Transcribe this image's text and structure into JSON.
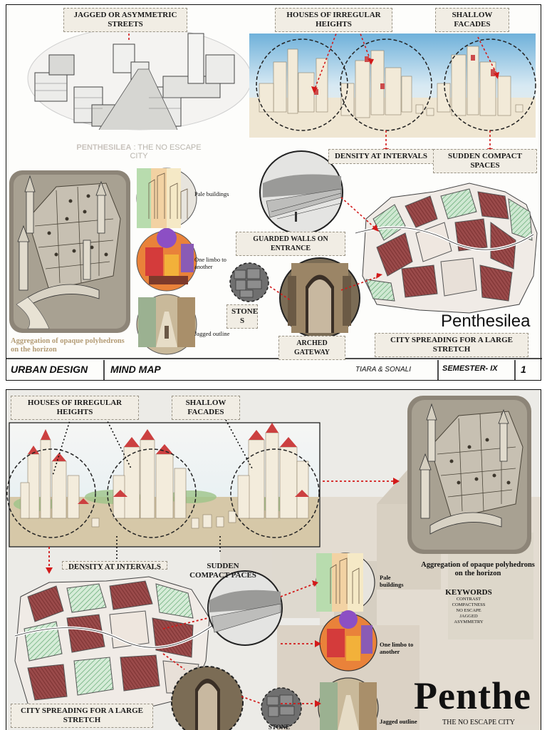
{
  "sheet1": {
    "labels": {
      "jagged_streets": "JAGGED OR ASYMMETRIC STREETS",
      "irregular_heights": "HOUSES OF IRREGULAR HEIGHTS",
      "shallow_facades": "SHALLOW FACADES",
      "density": "DENSITY AT INTERVALS",
      "compact": "SUDDEN COMPACT SPACES",
      "guarded": "GUARDED WALLS ON ENTRANCE",
      "stones": "STONE S",
      "arched": "ARCHED GATEWAY",
      "spreading": "CITY SPREADING FOR A LARGE STRETCH"
    },
    "subtitle_name": "PENTHESILEA",
    "subtitle_rest": " : THE NO ESCAPE CITY",
    "aggregation": "Aggregation of opaque polyhedrons on the horizon",
    "notes": {
      "pale": "Pale buildings",
      "limbo": "One limbo to another",
      "jagged": "Jagged outline"
    },
    "map_title": "Penthesilea",
    "footer": {
      "course": "URBAN DESIGN",
      "topic": "MIND MAP",
      "authors": "TIARA & SONALI",
      "semester": "SEMESTER- IX",
      "page": "1"
    }
  },
  "sheet2": {
    "labels": {
      "irregular_heights": "HOUSES OF IRREGULAR HEIGHTS",
      "shallow_facades": "SHALLOW FACADES",
      "density": "DENSITY AT INTERVALS",
      "compact": "SUDDEN COMPACT PACES",
      "spreading": "CITY SPREADING FOR A LARGE STRETCH",
      "stones": "STONE"
    },
    "aggregation": "Aggregation of opaque polyhedrons on the horizon",
    "notes": {
      "pale": "Pale buildings",
      "limbo": "One limbo to another",
      "jagged": "Jagged outline"
    },
    "keywords": {
      "title": "KEYWORDS",
      "items": [
        "CONTRAST",
        "COMPACTNESS",
        "NO ESCAPE",
        "JAGGED",
        "ASYMMETRY"
      ]
    },
    "big_title": "Penthe",
    "big_subtitle": "THE NO ESCAPE CITY"
  },
  "colors": {
    "arrow": "#d21a1a",
    "roof": "#c23b3b",
    "plot_brown": "#8b3a3a",
    "plot_green": "#8fc79a",
    "sky": "#a9cfe6"
  }
}
